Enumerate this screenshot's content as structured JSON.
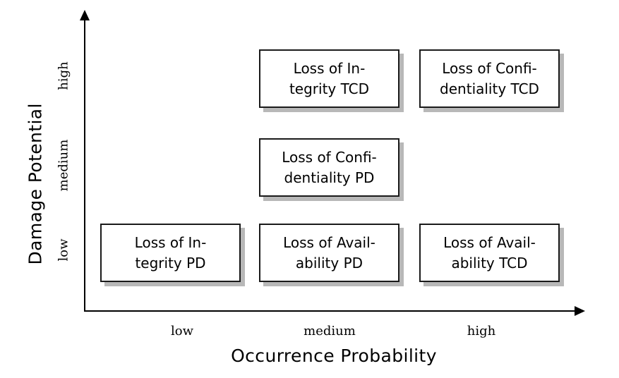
{
  "chart_data": {
    "type": "heatmap",
    "title": "",
    "xlabel": "Occurrence Probability",
    "ylabel": "Damage Potential",
    "x_categories": [
      "low",
      "medium",
      "high"
    ],
    "y_categories": [
      "low",
      "medium",
      "high"
    ],
    "grid": false,
    "legend": "none",
    "cells": [
      {
        "x": "medium",
        "y": "high",
        "label": "Loss of In-\ntegrity TCD",
        "label_flat": "Loss of Integrity TCD"
      },
      {
        "x": "high",
        "y": "high",
        "label": "Loss of Confi-\ndentiality TCD",
        "label_flat": "Loss of Confidentiality TCD"
      },
      {
        "x": "medium",
        "y": "medium",
        "label": "Loss of Confi-\ndentiality PD",
        "label_flat": "Loss of Confidentiality PD"
      },
      {
        "x": "low",
        "y": "low",
        "label": "Loss of In-\ntegrity PD",
        "label_flat": "Loss of Integrity PD"
      },
      {
        "x": "medium",
        "y": "low",
        "label": "Loss of Avail-\nability PD",
        "label_flat": "Loss of Availability PD"
      },
      {
        "x": "high",
        "y": "low",
        "label": "Loss of Avail-\nability TCD",
        "label_flat": "Loss of Availability TCD"
      }
    ],
    "empty_cells": [
      {
        "x": "low",
        "y": "high"
      },
      {
        "x": "low",
        "y": "medium"
      },
      {
        "x": "high",
        "y": "medium"
      }
    ]
  },
  "axes": {
    "y_title": "Damage Potential",
    "x_title": "Occurrence Probability",
    "y_ticks": {
      "high": "high",
      "medium": "medium",
      "low": "low"
    },
    "x_ticks": {
      "low": "low",
      "medium": "medium",
      "high": "high"
    }
  },
  "boxes": {
    "integrity_tcd": "Loss of In-\ntegrity TCD",
    "confidentiality_tcd": "Loss of Confi-\ndentiality TCD",
    "confidentiality_pd": "Loss of Confi-\ndentiality PD",
    "integrity_pd": "Loss of In-\ntegrity PD",
    "availability_pd": "Loss of Avail-\nability PD",
    "availability_tcd": "Loss of Avail-\nability TCD"
  },
  "colors": {
    "box_fill": "#ffffff",
    "box_border": "#1a1a1a",
    "box_shadow": "#b8b8b8",
    "axis": "#000000",
    "text": "#000000",
    "background": "#ffffff"
  }
}
